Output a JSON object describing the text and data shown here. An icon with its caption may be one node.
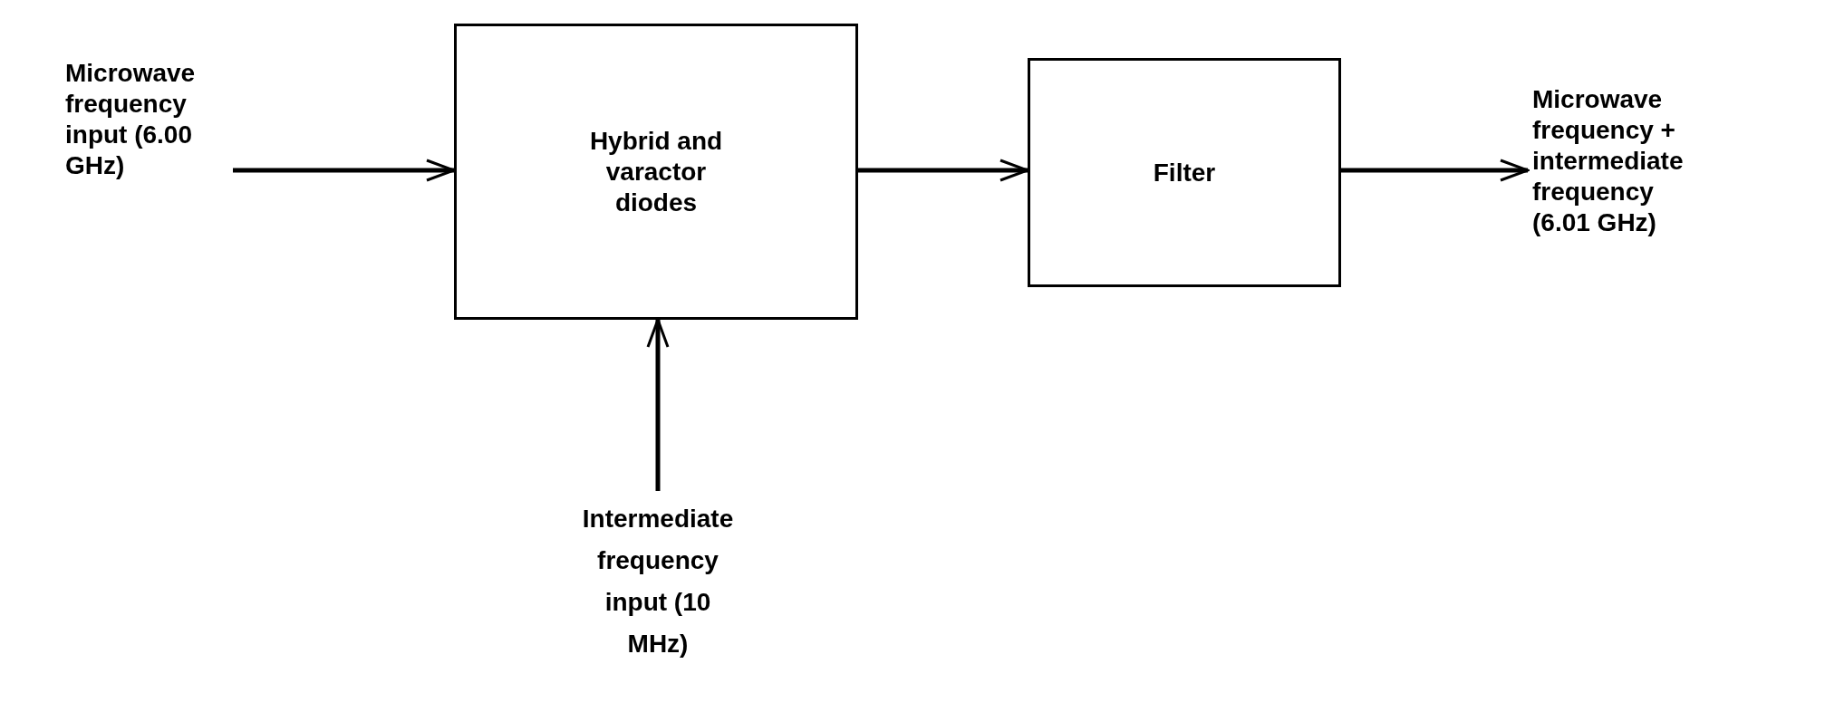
{
  "diagram": {
    "nodes": [
      {
        "text": [
          "Microwave frequency input (6.00 GHz)"
        ]
      },
      {
        "text": [
          "Hybrid and varactor diodes"
        ]
      },
      {
        "text": [
          "Filter"
        ]
      },
      {
        "text": [
          "Microwave frequency + intermediate frequency (6.01 GHz)"
        ]
      },
      {
        "text": [
          "Intermediate frequency input (10 MHz)"
        ]
      }
    ],
    "edges": [
      {
        "from": 0,
        "to": 1,
        "arrow": "to"
      },
      {
        "from": 1,
        "to": 2,
        "arrow": "to"
      },
      {
        "from": 2,
        "to": 3,
        "arrow": "to"
      },
      {
        "from": 4,
        "to": 1,
        "arrow": "to"
      }
    ]
  }
}
